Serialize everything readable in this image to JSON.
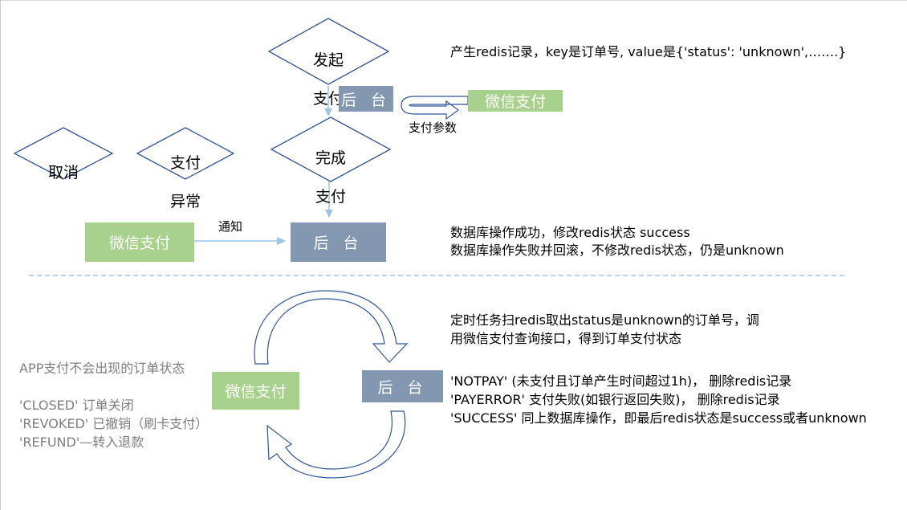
{
  "diamonds": {
    "initiate": [
      "发起",
      "支付"
    ],
    "complete": [
      "完成",
      "支付"
    ],
    "cancel": [
      "取消"
    ],
    "error": [
      "支付",
      "异常"
    ]
  },
  "boxes": {
    "backend_top": "后 台",
    "wechat_top": "微信支付",
    "wechat_mid": "微信支付",
    "backend_mid": "后 台",
    "wechat_bottom": "微信支付",
    "backend_bottom": "后 台"
  },
  "labels": {
    "pay_params": "支付参数",
    "notify": "通知"
  },
  "notes": {
    "redis_create": "产生redis记录，key是订单号, value是{'status': 'unknown',…….}",
    "db_success": "数据库操作成功，修改redis状态 success",
    "db_fail": "数据库操作失败并回滚，不修改redis状态，仍是unknown",
    "timer_line1": "定时任务扫redis取出status是unknown的订单号，调",
    "timer_line2": "用微信支付查询接口，得到订单支付状态",
    "notpay": "'NOTPAY' (未支付且订单产生时间超过1h)， 删除redis记录",
    "payerror": "'PAYERROR' 支付失败(如银行返回失败)， 删除redis记录",
    "success": "'SUCCESS' 同上数据库操作，即最后redis状态是success或者unknown"
  },
  "app_states": {
    "title": "APP支付不会出现的订单状态",
    "closed": "'CLOSED'  订单关闭",
    "revoked": "'REVOKED' 已撤销（刷卡支付）",
    "refund": "'REFUND'—转入退款"
  },
  "colors": {
    "green": "#a9d18e",
    "slate": "#8497b0",
    "arrow": "#9dc3e6",
    "outline": "#2f5597"
  }
}
